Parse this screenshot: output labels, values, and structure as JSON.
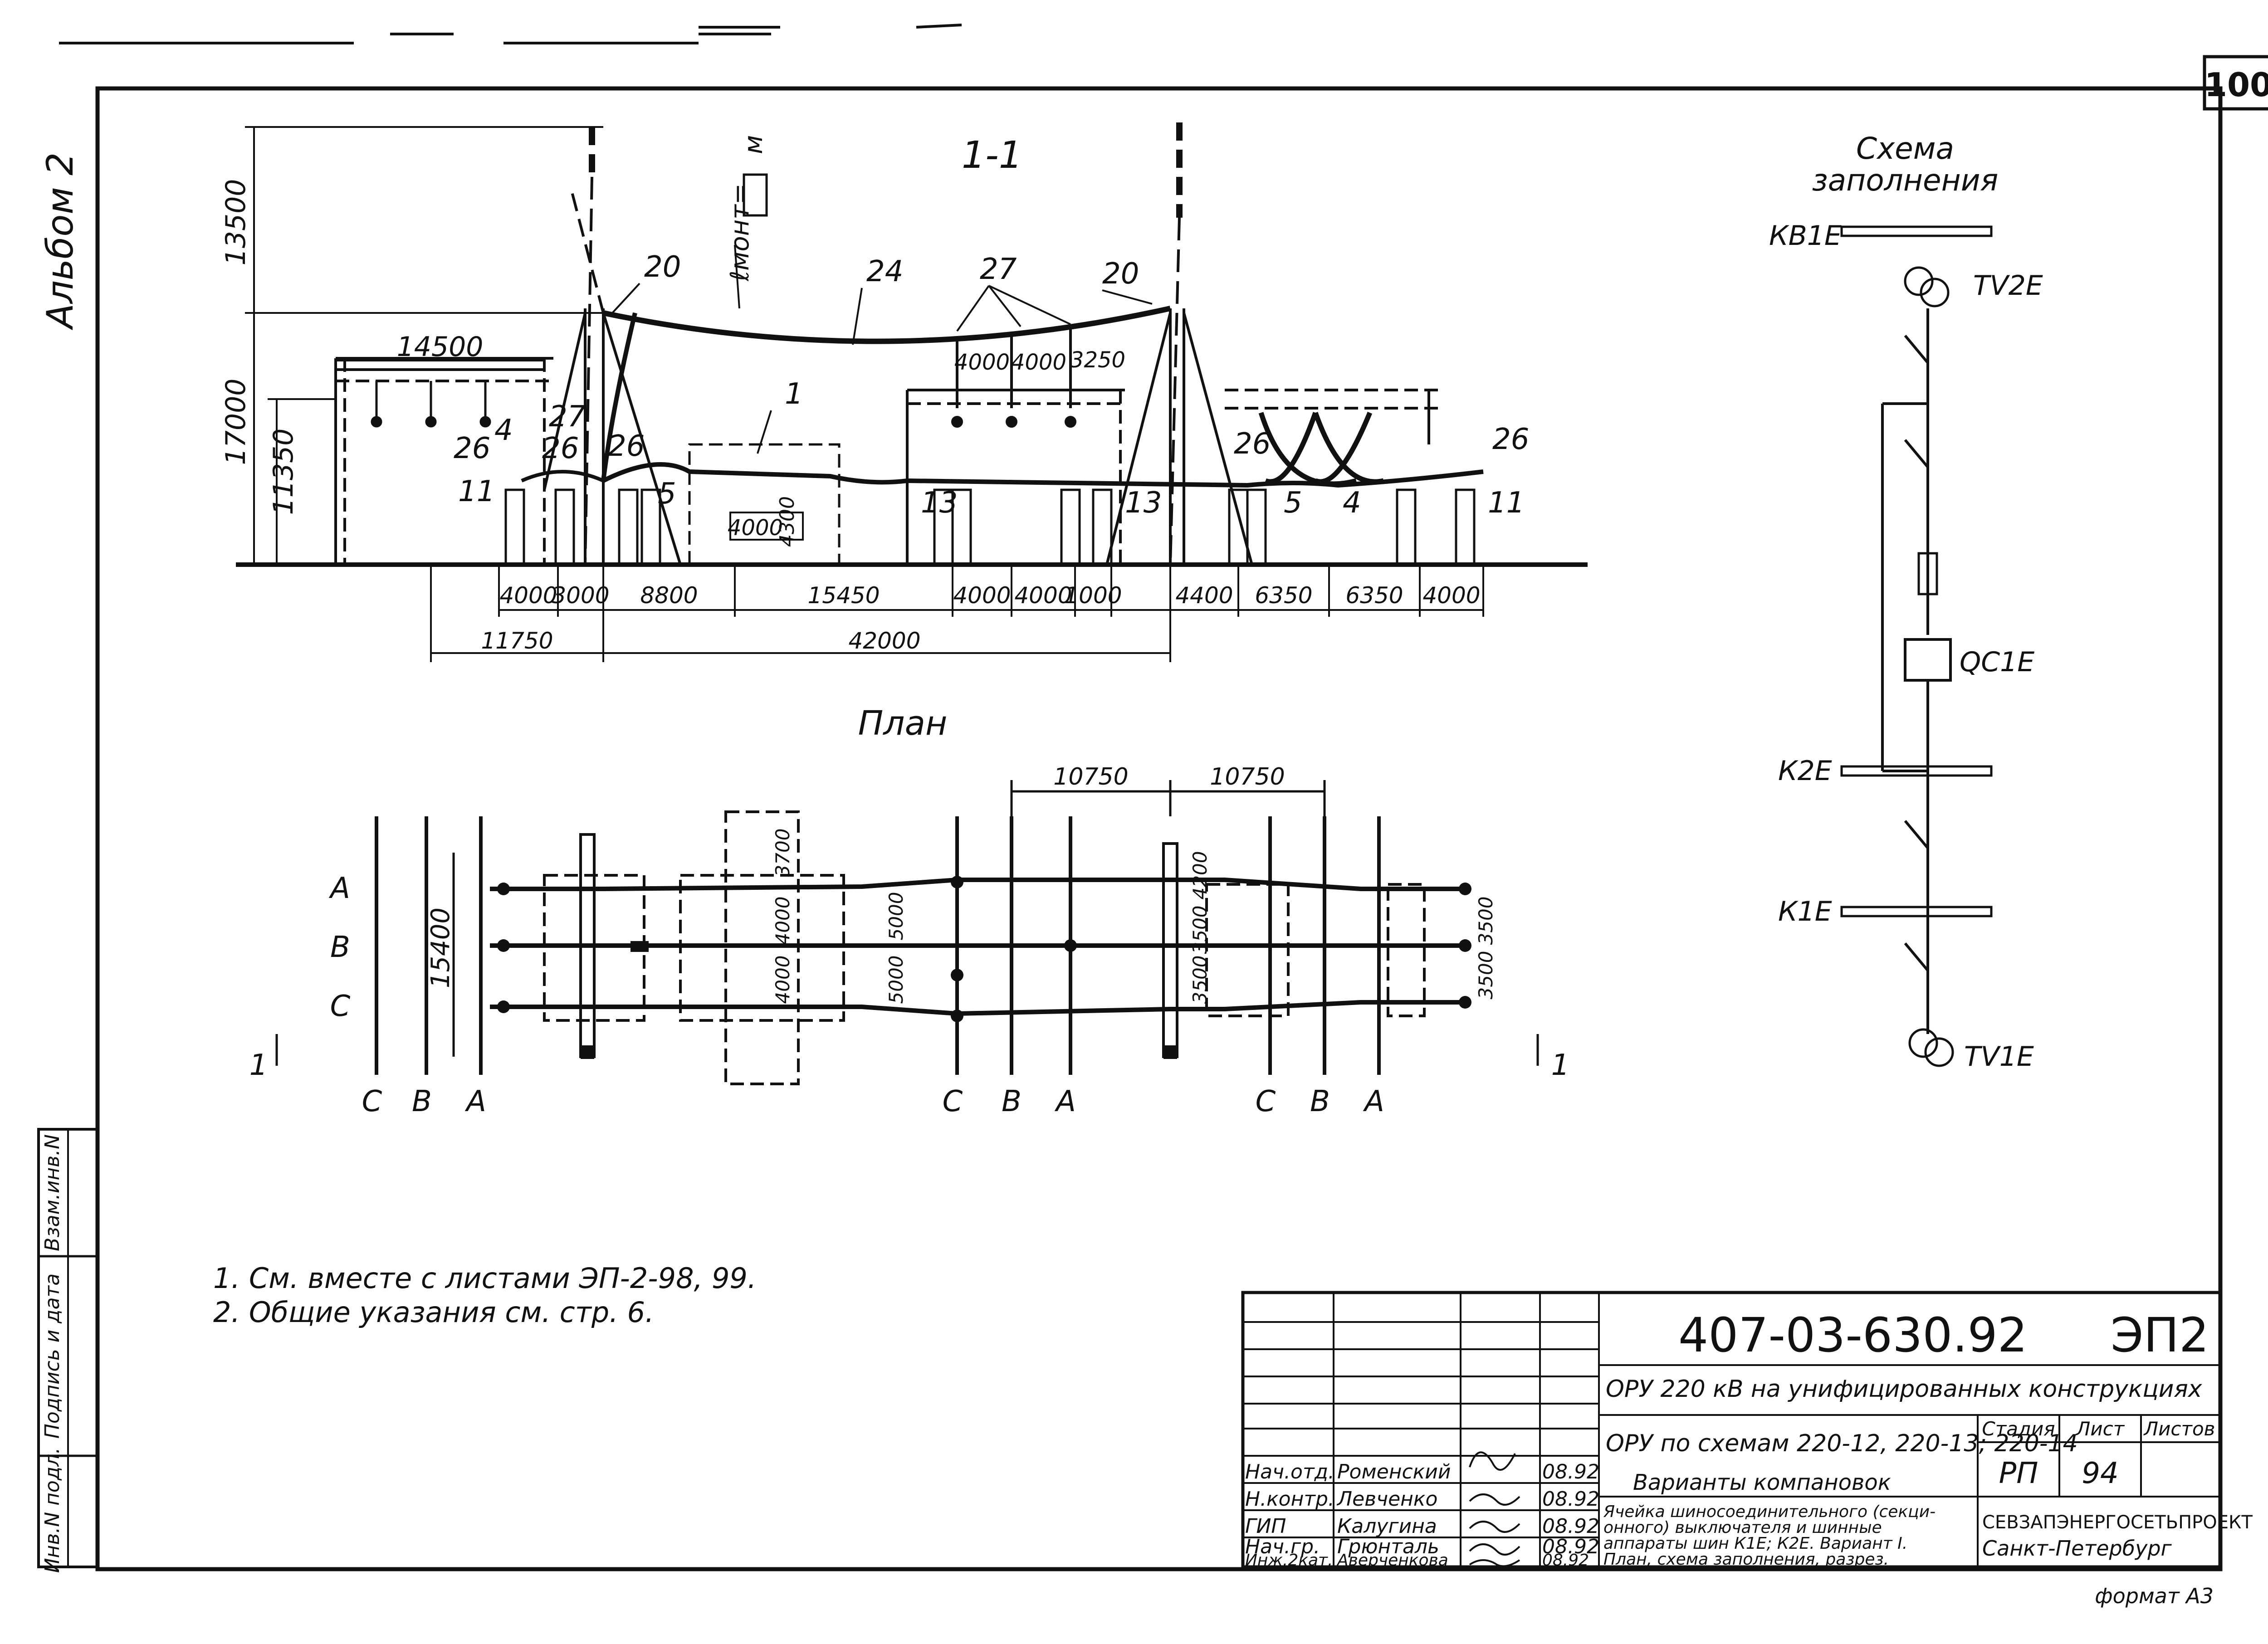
{
  "sheet": {
    "page_number": "100",
    "album": "Альбом 2"
  },
  "section": {
    "title": "1-1",
    "montage_label": "ℓмонт=",
    "montage_unit": "м",
    "marker_left": "1",
    "marker_right": "1"
  },
  "section_dims": {
    "heights": [
      "13500",
      "17000",
      "11350"
    ],
    "top_span": "14500",
    "wires": [
      "4000",
      "4000",
      "3250"
    ],
    "inner": [
      "4000",
      "4300"
    ],
    "bottom_row": [
      "4000",
      "3000",
      "8800",
      "15450",
      "4000",
      "4000",
      "1000",
      "4400",
      "6350",
      "6350",
      "4000"
    ],
    "overall_left": "11750",
    "overall_main": "42000"
  },
  "positions": {
    "p20a": "20",
    "p20b": "20",
    "p24": "24",
    "p27a": "27",
    "p1": "1",
    "p4a": "4",
    "p26a": "26",
    "p26b": "26",
    "p26c": "26",
    "p27b": "27",
    "p11a": "11",
    "p5a": "5",
    "p13a": "13",
    "p13b": "13",
    "p26d": "26",
    "p5b": "5",
    "p4b": "4",
    "p26e": "26",
    "p11b": "11"
  },
  "plan": {
    "title": "План",
    "phases": [
      "A",
      "B",
      "C"
    ],
    "phase_bottom_left": [
      "C",
      "B",
      "A"
    ],
    "phase_bottom_mid": [
      "C",
      "B",
      "A"
    ],
    "phase_bottom_right": [
      "C",
      "B",
      "A"
    ],
    "dims": {
      "width_left": "15400",
      "top_spans": [
        "10750",
        "10750"
      ],
      "left_gaps": [
        "3700",
        "4000",
        "4000"
      ],
      "mid_gaps": [
        "5000",
        "5000"
      ],
      "right_gaps": [
        "4200",
        "3500",
        "3500"
      ],
      "far_gaps": [
        "3500",
        "3500"
      ]
    }
  },
  "scheme": {
    "title_line1": "Схема",
    "title_line2": "заполнения",
    "bus_kb1e": "КВ1Е",
    "tv2e": "TV2E",
    "qc1e": "QC1E",
    "bus_k2e": "К2Е",
    "bus_k1e": "К1Е",
    "tv1e": "TV1E"
  },
  "notes": [
    "1. См. вместе с листами ЭП-2-98, 99.",
    "2. Общие указания см. стр. 6."
  ],
  "side_stamp": [
    "Инв.N подл.",
    "Подпись и дата",
    "Взам.инв.N"
  ],
  "title_block": {
    "doc_code": "407-03-630.92",
    "sheet_code": "ЭП2",
    "project_title": "ОРУ 220 кВ на унифицированных конструкциях",
    "subtitle": "ОРУ по схемам 220-12, 220-13; 220-14",
    "subtitle2": "Варианты компановок",
    "description": [
      "Ячейка шиносоединительного (секци-",
      "онного) выключателя и шинные",
      "аппараты шин К1Е; К2Е. Вариант I.",
      "План, схема заполнения, разрез."
    ],
    "stage_label": "Стадия",
    "sheet_label": "Лист",
    "sheets_label": "Листов",
    "stage_value": "РП",
    "sheet_value": "94",
    "org": "СЕВЗАПЭНЕРГОСЕТЬПРОЕКТ",
    "city": "Санкт-Петербург",
    "format": "формат А3",
    "roles": [
      {
        "role": "Нач.отд.",
        "name": "Роменский",
        "date": "08.92"
      },
      {
        "role": "Н.контр.",
        "name": "Левченко",
        "date": "08.92"
      },
      {
        "role": "ГИП",
        "name": "Калугина",
        "date": "08.92"
      },
      {
        "role": "Нач.гр.",
        "name": "Грюнталь",
        "date": "08.92"
      },
      {
        "role": "Инж.2кат.",
        "name": "Аверченкова",
        "date": "08.92"
      }
    ]
  }
}
